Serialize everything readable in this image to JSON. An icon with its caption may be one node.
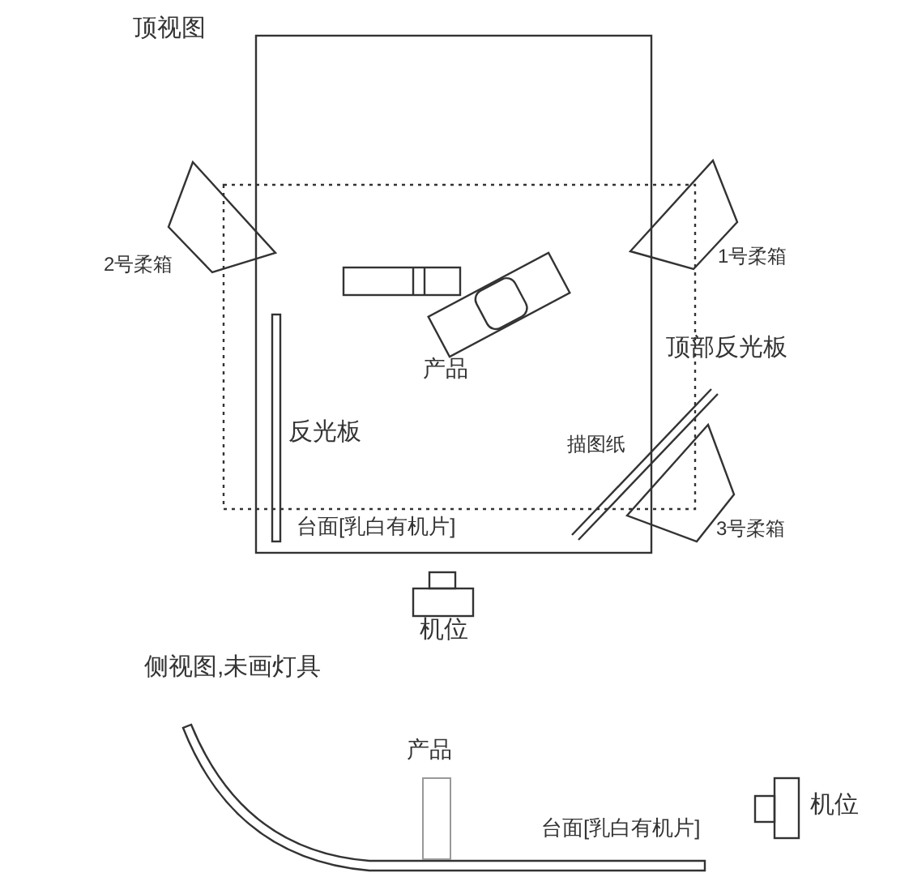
{
  "diagram": {
    "labels": [
      "顶视图",
      "2号柔箱",
      "1号柔箱",
      "产品",
      "顶部反光板",
      "反光板",
      "描图纸",
      "台面[乳白有机片]",
      "3号柔箱",
      "机位",
      "侧视图,未画灯具",
      "产品",
      "机位",
      "台面[乳白有机片]"
    ]
  }
}
